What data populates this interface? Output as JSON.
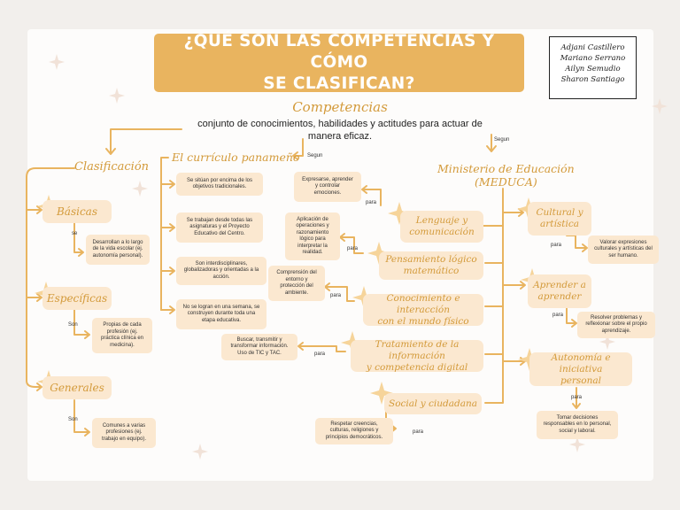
{
  "title": "¿QUÉ SON LAS COMPETENCIAS Y CÓMO\nSE CLASIFICAN?",
  "authors": [
    "Adjani Castillero",
    "Mariano Serrano",
    "Ailyn Semudio",
    "Sharon Santiago"
  ],
  "center": {
    "heading": "Competencias",
    "definition": "conjunto de conocimientos, habilidades y actitudes para actuar de\nmanera eficaz."
  },
  "connectors": {
    "segun": "Segun",
    "se": "se",
    "son": "Son",
    "para": "para"
  },
  "clasificacion": {
    "heading": "Clasificación",
    "items": [
      {
        "label": "Básicas",
        "connector": "se",
        "description": "Desarrollan a lo largo\nde la vida escolar (ej.\nautonomía personal)."
      },
      {
        "label": "Específicas",
        "connector": "Son",
        "description": "Propias de cada\nprofesión (ej.\npráctica clínica en\nmedicina)."
      },
      {
        "label": "Generales",
        "connector": "Son",
        "description": "Comunes a varias\nprofesiones (ej.\ntrabajo en equipo)."
      }
    ]
  },
  "curriculo": {
    "heading": "El currículo panameño",
    "items": [
      "Se sitúan por encima de los\nobjetivos tradicionales.",
      "Se trabajan desde todas las\nasignaturas y el Proyecto\nEducativo del Centro.",
      "Son interdisciplinares,\nglobalizadoras y orientadas a la\nacción.",
      "No se logran en una semana, se\nconstruyen durante toda una\netapa educativa."
    ]
  },
  "meduca": {
    "heading": "Ministerio de Educación\n(MEDUCA)",
    "items": [
      {
        "label": "Lenguaje y\ncomunicación",
        "description": "Expresarse, aprender\ny controlar\nemociones."
      },
      {
        "label": "Pensamiento lógico\nmatemático",
        "description": "Aplicación de\noperaciones y\nrazonamiento\nlógico para\ninterpretar la\nrealidad."
      },
      {
        "label": "Conocimiento e interacción\ncon el mundo físico",
        "description": "Comprensión del\nentorno y\nprotección del\nambiente."
      },
      {
        "label": "Tratamiento de la información\ny competencia digital",
        "description": "Buscar, transmitir y\ntransformar información.\nUso de TIC y TAC."
      },
      {
        "label": "Social y ciudadana",
        "description": "Respetar creencias,\nculturas, religiones y\nprincipios democráticos."
      }
    ],
    "right_items": [
      {
        "label": "Cultural y\nartística",
        "description": "Valorar expresiones\nculturales y artísticas del\nser humano."
      },
      {
        "label": "Aprender a\naprender",
        "description": "Resolver problemas y\nreflexionar sobre el propio\naprendizaje."
      },
      {
        "label": "Autonomía e iniciativa\npersonal",
        "description": "Tomar decisiones\nresponsables en lo personal,\nsocial y laboral."
      }
    ]
  },
  "colors": {
    "accent": "#e9b45f",
    "pill": "#fbe8d0",
    "script_text": "#d39a3a",
    "background": "#fdfcfb"
  }
}
